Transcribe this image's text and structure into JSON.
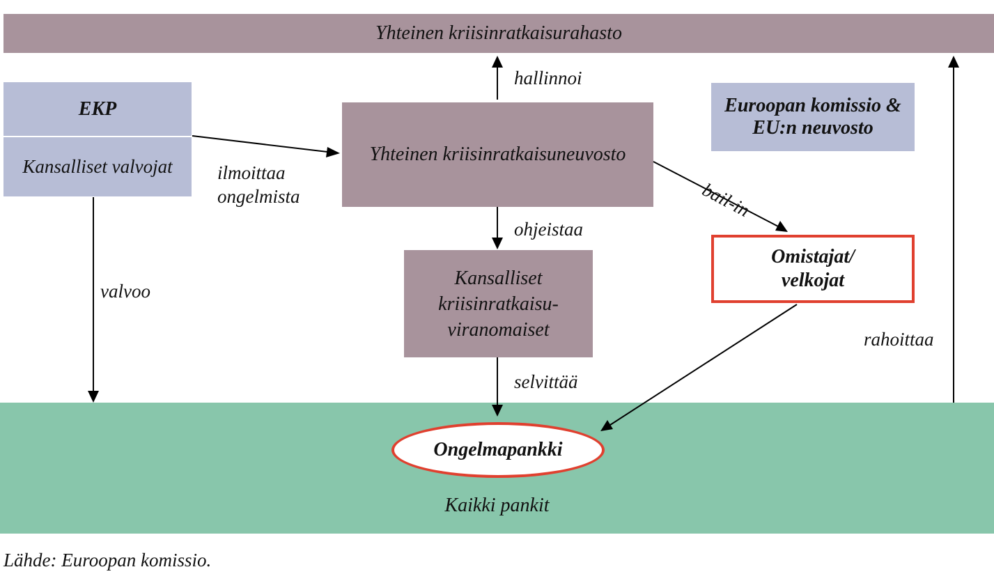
{
  "nodes": {
    "fund": "Yhteinen kriisinratkaisurahasto",
    "ecb": "EKP",
    "national_supervisors": "Kansalliset valvojat",
    "board": "Yhteinen kriisinratkaisuneuvosto",
    "commission": [
      "Euroopan komissio &",
      "EU:n neuvosto"
    ],
    "national_authorities": [
      "Kansalliset",
      "kriisinratkaisu-",
      "viranomaiset"
    ],
    "owners_creditors": [
      "Omistajat/",
      "velkojat"
    ],
    "problem_bank": "Ongelmapankki",
    "all_banks": "Kaikki pankit"
  },
  "edges": {
    "manages": "hallinnoi",
    "notifies": [
      "ilmoittaa",
      "ongelmista"
    ],
    "bail_in": "bail-in",
    "instructs": "ohjeistaa",
    "supervises": "valvoo",
    "resolves": "selvittää",
    "funds": "rahoittaa"
  },
  "source": "Lähde: Euroopan komissio.",
  "colors": {
    "mauve": "#a8939c",
    "lavender": "#b7bdd6",
    "green": "#88c6ab",
    "red_outline": "#e0402f"
  }
}
